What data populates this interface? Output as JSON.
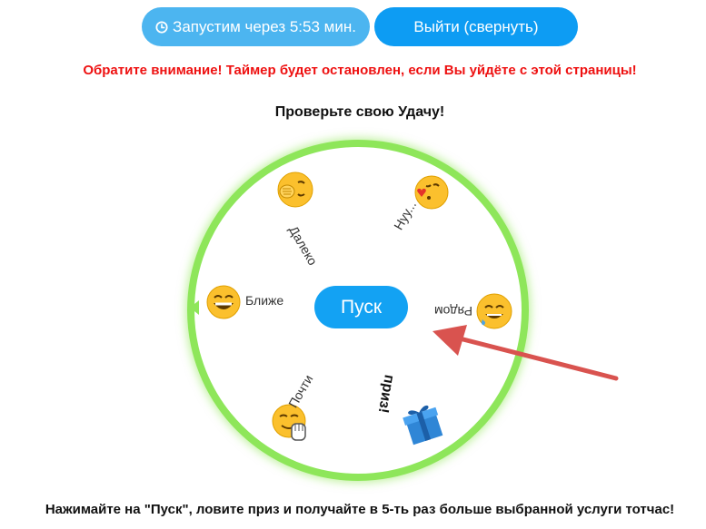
{
  "header": {
    "timer_label": "Запустим через 5:53 мин.",
    "exit_label": "Выйти (свернуть)"
  },
  "warning_text": "Обратите внимание! Таймер будет остановлен, если Вы уйдёте с этой страницы!",
  "heading_text": "Проверьте свою Удачу!",
  "wheel": {
    "segments": [
      {
        "label": "Далеко",
        "icon": "face-palm-emoji"
      },
      {
        "label": "Нуу...",
        "icon": "kissing-emoji"
      },
      {
        "label": "Рядом",
        "icon": "sweat-smile-emoji"
      },
      {
        "label": "приз!",
        "icon": "gift-box-icon"
      },
      {
        "label": "Почти",
        "icon": "facepalm-smile-emoji"
      },
      {
        "label": "Ближе",
        "icon": "grinning-emoji"
      }
    ],
    "spin_label": "Пуск"
  },
  "footer_text": "Нажимайте на \"Пуск\", ловите приз и получайте в 5-ть раз больше выбранной услуги тотчас!",
  "colors": {
    "accent_blue": "#0d9cf3",
    "timer_blue": "#4cb5f0",
    "warning_red": "#ee1111",
    "wheel_rim_green": "#8ee65a",
    "annotation_arrow_red": "#d9534f"
  }
}
